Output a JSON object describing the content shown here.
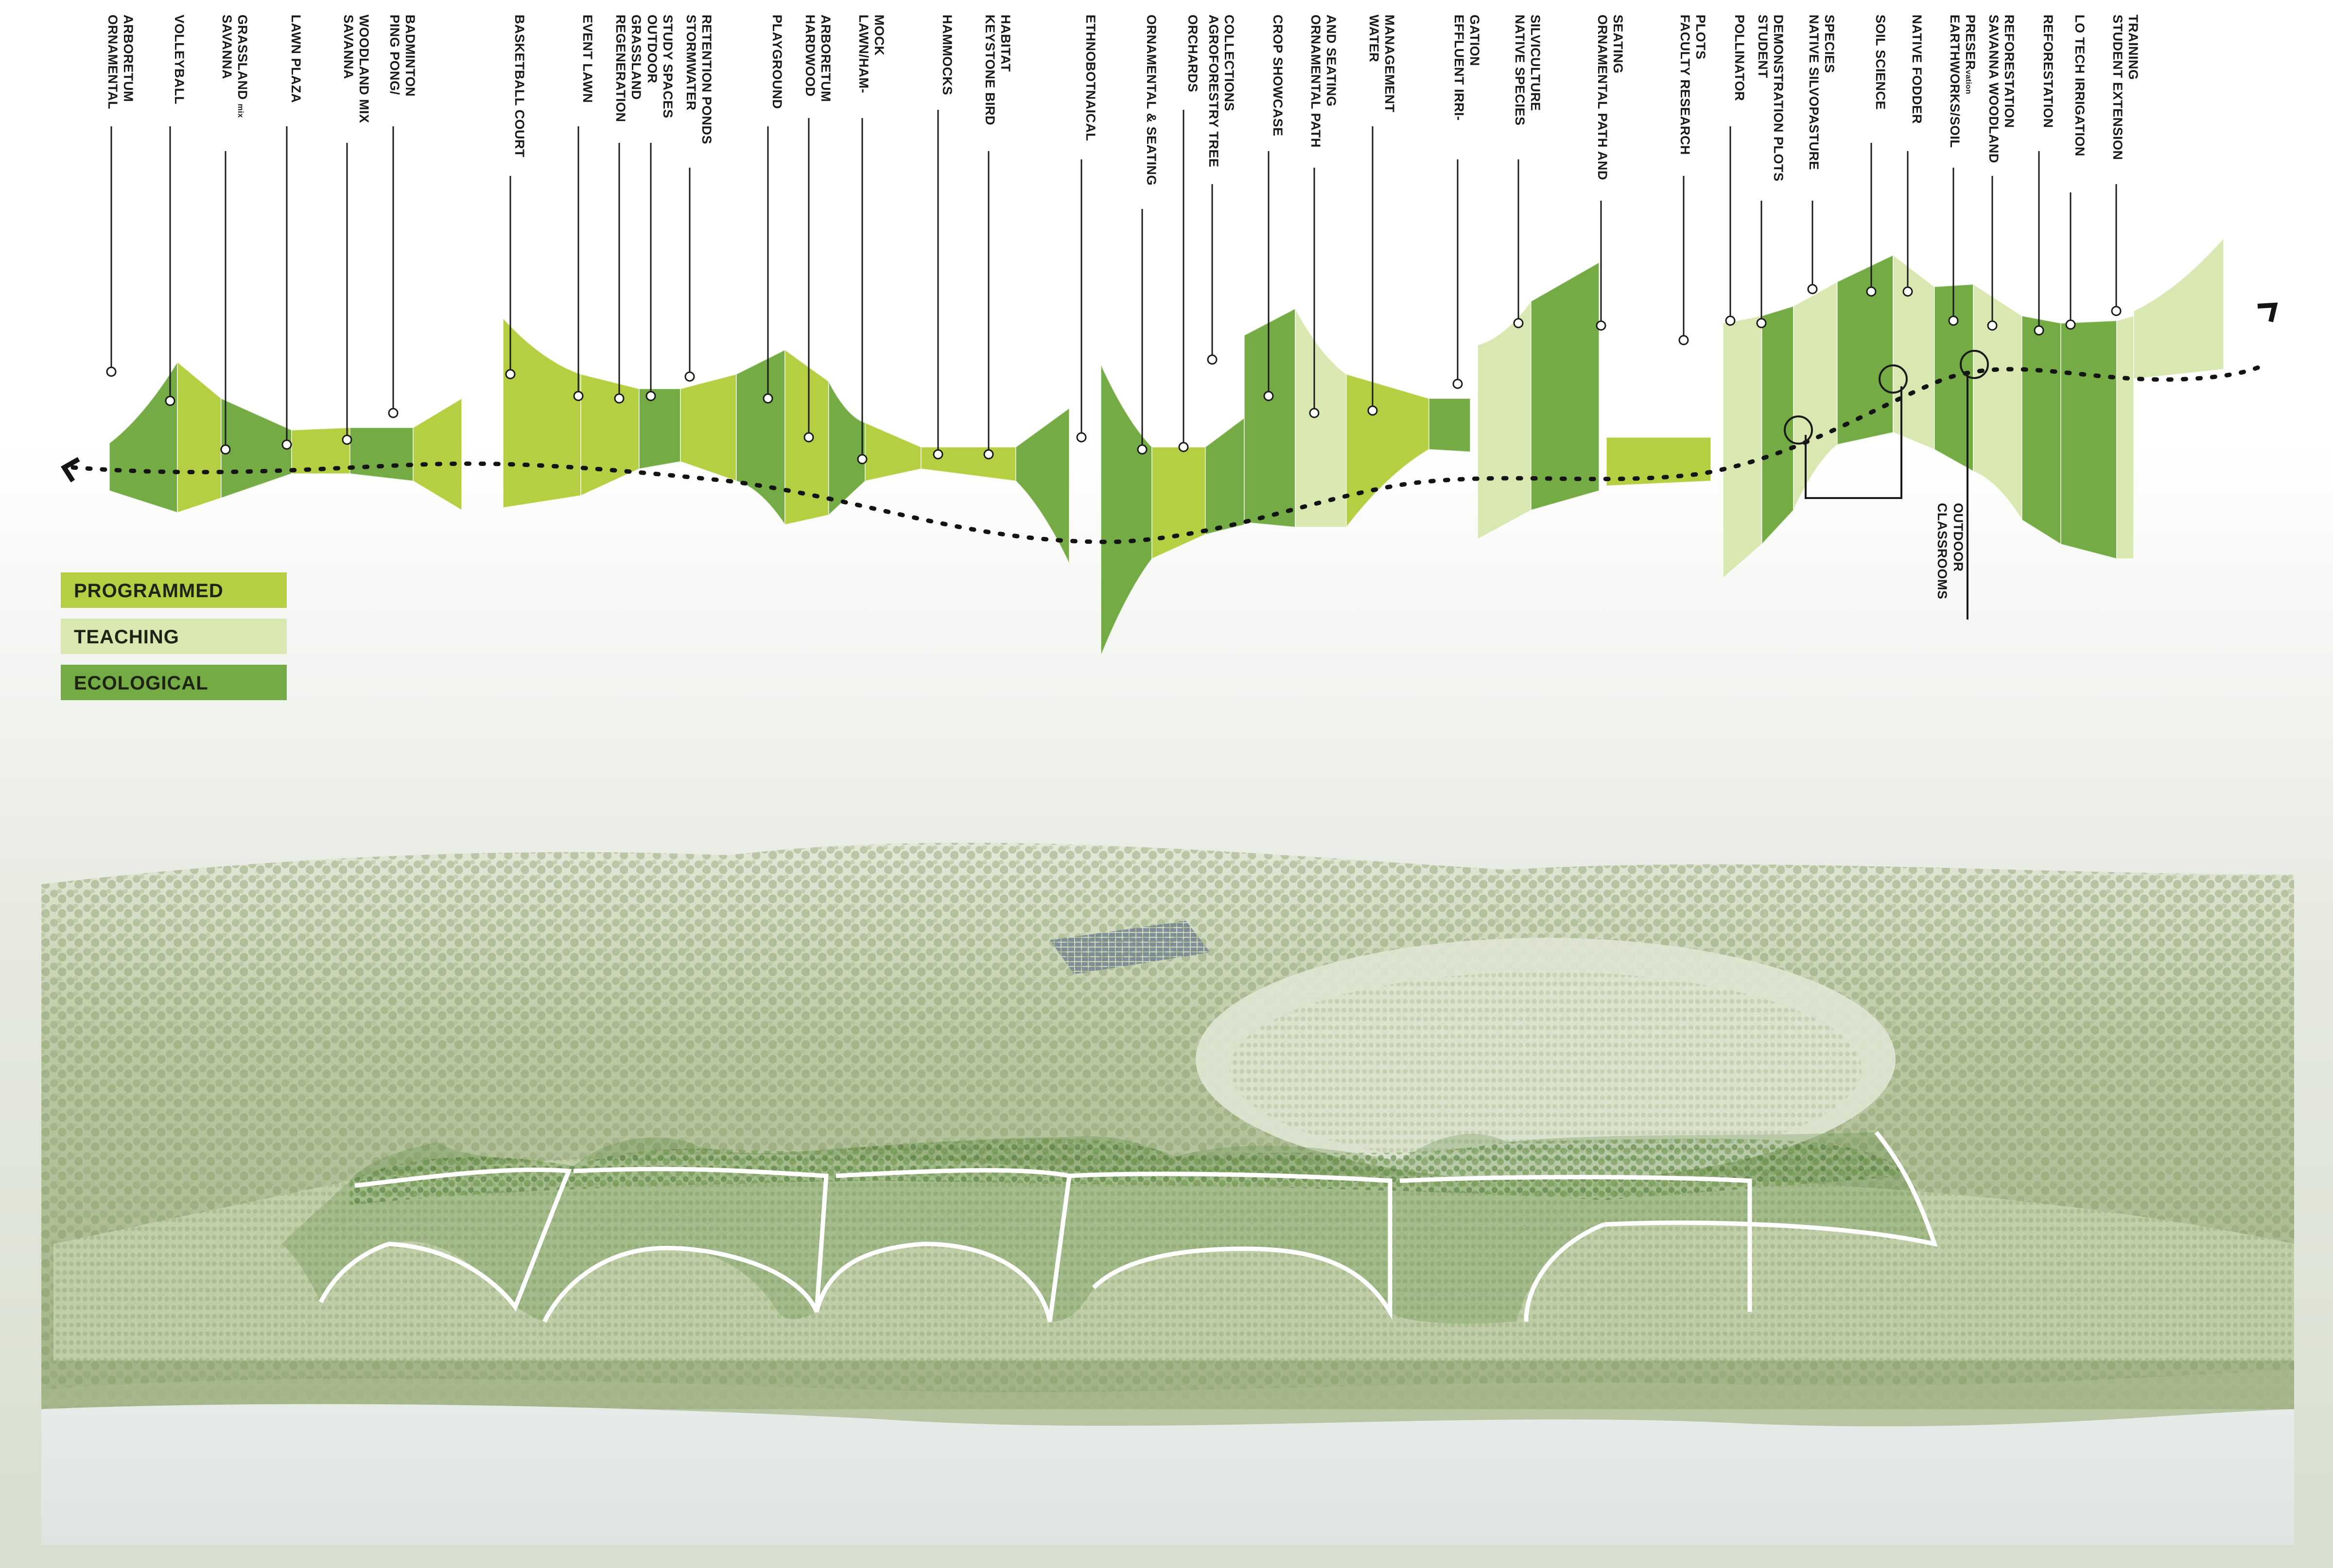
{
  "colors": {
    "programmed": "#b5cf42",
    "teaching": "#d9e8b0",
    "ecological": "#74ab45"
  },
  "legend": [
    {
      "key": "programmed",
      "label": "PROGRAMMED"
    },
    {
      "key": "teaching",
      "label": "TEACHING"
    },
    {
      "key": "ecological",
      "label": "ECOLOGICAL"
    }
  ],
  "program_labels": [
    {
      "lines": [
        "ORNAMENTAL",
        "ARBORETUM"
      ],
      "type": "ecological"
    },
    {
      "lines": [
        "VOLLEYBALL"
      ],
      "type": "programmed"
    },
    {
      "lines": [
        "SAVANNA",
        "GRASSLAND mix"
      ],
      "type": "ecological"
    },
    {
      "lines": [
        "LAWN PLAZA"
      ],
      "type": "programmed"
    },
    {
      "lines": [
        "SAVANNA",
        "WOODLAND MIX"
      ],
      "type": "ecological"
    },
    {
      "lines": [
        "PING PONG/",
        "BADMINTON"
      ],
      "type": "programmed"
    },
    {
      "lines": [
        "BASKETBALL COURT"
      ],
      "type": "programmed"
    },
    {
      "lines": [
        "EVENT LAWN"
      ],
      "type": "programmed"
    },
    {
      "lines": [
        "REGENERATION",
        "GRASSLAND"
      ],
      "type": "ecological"
    },
    {
      "lines": [
        "OUTDOOR",
        "STUDY SPACES"
      ],
      "type": "programmed"
    },
    {
      "lines": [
        "STORMWATER",
        "RETENTION PONDS"
      ],
      "type": "ecological"
    },
    {
      "lines": [
        "PLAYGROUND"
      ],
      "type": "programmed"
    },
    {
      "lines": [
        "HARDWOOD",
        "ARBORETUM"
      ],
      "type": "ecological"
    },
    {
      "lines": [
        "LAWN/HAM-",
        "MOCK"
      ],
      "type": "programmed"
    },
    {
      "lines": [
        "HAMMOCKS"
      ],
      "type": "programmed"
    },
    {
      "lines": [
        "KEYSTONE BIRD",
        "HABITAT"
      ],
      "type": "ecological"
    },
    {
      "lines": [
        "ETHNOBOTNAICAL"
      ],
      "type": "ecological"
    },
    {
      "lines": [
        "ORNAMENTAL & SEATING"
      ],
      "type": "programmed"
    },
    {
      "lines": [
        "ORCHARDS"
      ],
      "type": "ecological"
    },
    {
      "lines": [
        "AGROFORESTRY TREE",
        "COLLECTIONS"
      ],
      "type": "ecological"
    },
    {
      "lines": [
        "CROP SHOWCASE"
      ],
      "type": "teaching"
    },
    {
      "lines": [
        "ORNAMENTAL PATH",
        "AND SEATING"
      ],
      "type": "programmed"
    },
    {
      "lines": [
        "WATER",
        "MANAGEMENT"
      ],
      "type": "ecological"
    },
    {
      "lines": [
        "EFFLUENT IRRI-",
        "GATION"
      ],
      "type": "teaching"
    },
    {
      "lines": [
        "NATIVE SPECIES",
        "SILVICULTURE"
      ],
      "type": "ecological"
    },
    {
      "lines": [
        "ORNAMENTAL PATH AND",
        "SEATING"
      ],
      "type": "programmed"
    },
    {
      "lines": [
        "FACULTY RESEARCH",
        "PLOTS"
      ],
      "type": "teaching"
    },
    {
      "lines": [
        "POLLINATOR"
      ],
      "type": "ecological"
    },
    {
      "lines": [
        "STUDENT",
        "DEMONSTRATION PLOTS"
      ],
      "type": "teaching"
    },
    {
      "lines": [
        "NATIVE SILVOPASTURE",
        "SPECIES"
      ],
      "type": "ecological"
    },
    {
      "lines": [
        "SOIL SCIENCE"
      ],
      "type": "teaching"
    },
    {
      "lines": [
        "NATIVE FODDER"
      ],
      "type": "ecological"
    },
    {
      "lines": [
        "EARTHWORKS/SOIL",
        "PRESERvation"
      ],
      "type": "teaching"
    },
    {
      "lines": [
        "SAVANNA WOODLAND",
        "REFORESTATION"
      ],
      "type": "ecological"
    },
    {
      "lines": [
        "REFORESTATION"
      ],
      "type": "ecological"
    },
    {
      "lines": [
        "LO TECH IRRIGATION"
      ],
      "type": "teaching"
    },
    {
      "lines": [
        "STUDENT EXTENSION",
        "TRAINING"
      ],
      "type": "teaching"
    }
  ],
  "outdoor_classrooms_label": [
    "OUTDOOR",
    "CLASSROOMS"
  ]
}
